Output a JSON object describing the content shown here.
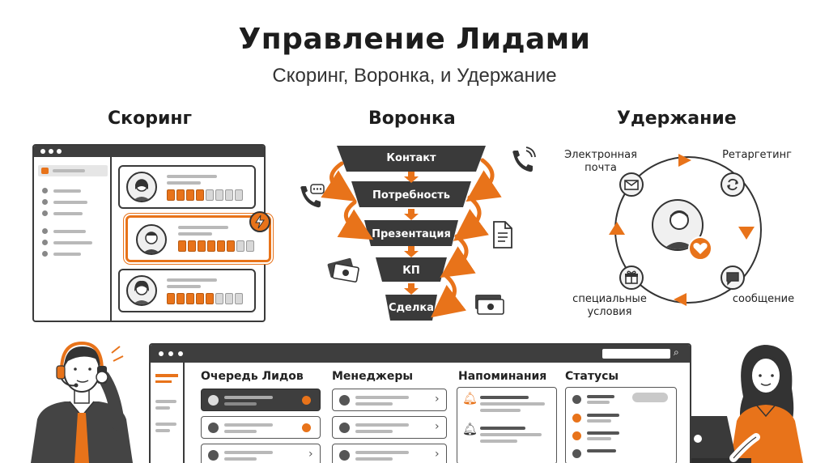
{
  "header": {
    "title": "Управление Лидами",
    "subtitle": "Скоринг, Воронка, и Удержание"
  },
  "sections": {
    "scoring": "Скоринг",
    "funnel": "Воронка",
    "retention": "Удержание"
  },
  "scoring": {
    "cards": [
      {
        "score": 4,
        "max": 8,
        "highlighted": false,
        "gender": "female"
      },
      {
        "score": 6,
        "max": 8,
        "highlighted": true,
        "gender": "male",
        "badge": "lightning-icon"
      },
      {
        "score": 5,
        "max": 8,
        "highlighted": false,
        "gender": "female"
      }
    ]
  },
  "funnel": {
    "stages": [
      "Контакт",
      "Потребность",
      "Презентация",
      "КП",
      "Сделка"
    ]
  },
  "retention": {
    "labels": {
      "email": "Электронная\nпочта",
      "retargeting": "Ретаргетинг",
      "special": "специальные\nусловия",
      "message": "сообщение"
    }
  },
  "dashboard": {
    "columns": {
      "queue": "Очередь Лидов",
      "managers": "Менеджеры",
      "reminders": "Напоминания",
      "statuses": "Статусы"
    }
  },
  "colors": {
    "accent": "#e8731a",
    "dark": "#3e3e3e"
  }
}
